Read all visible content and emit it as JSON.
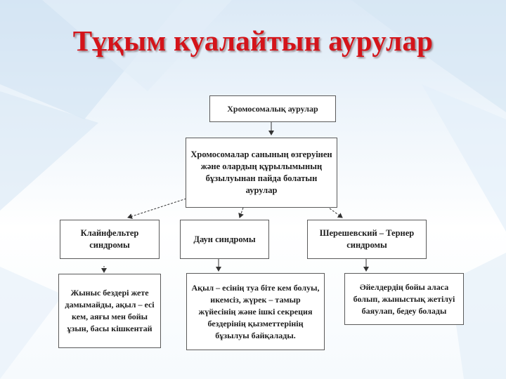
{
  "title": "Тұқым куалайтын аурулар",
  "colors": {
    "title": "#d4141a",
    "box_border": "#5a5a5a",
    "arrow": "#333333"
  },
  "diagram": {
    "top": "Хромосомалық аурулар",
    "mid": "Хромосомалар санының өзгеруінен және олардың құрылымының бұзылуынан пайда болатын аурулар",
    "branches": [
      "Клайнфельтер синдромы",
      "Даун синдромы",
      "Шерешевский – Тернер синдромы"
    ],
    "descriptions": [
      "Жыныс бездері жете дамымайды, ақыл – есі кем, аяғы мен бойы ұзын, басы кішкентай",
      "Ақыл – есінің туа біте кем болуы, икемсіз, жүрек – тамыр жүйесінің және ішкі секреция бездерінің қызметтерінің бұзылуы байқалады.",
      "Әйелдердің бойы аласа болып, жыныстық жетілуі баяулап, бедеу болады"
    ]
  }
}
